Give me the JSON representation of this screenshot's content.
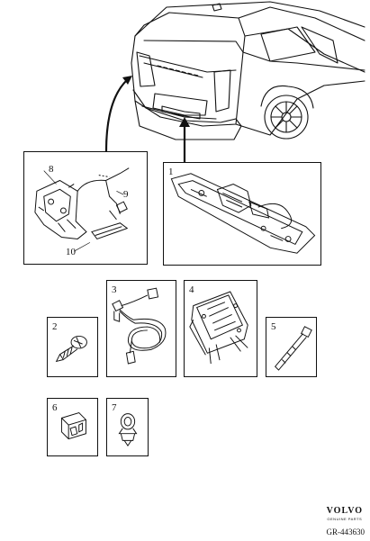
{
  "diagram": {
    "parts": [
      {
        "id": "1",
        "label": "1"
      },
      {
        "id": "2",
        "label": "2"
      },
      {
        "id": "3",
        "label": "3"
      },
      {
        "id": "4",
        "label": "4"
      },
      {
        "id": "5",
        "label": "5"
      },
      {
        "id": "6",
        "label": "6"
      },
      {
        "id": "7",
        "label": "7"
      },
      {
        "id": "8",
        "label": "8"
      },
      {
        "id": "9",
        "label": "9"
      },
      {
        "id": "10",
        "label": "10"
      }
    ],
    "logo": {
      "brand": "VOLVO",
      "tagline": "GENUINE PARTS"
    },
    "diagram_code": "GR-443630"
  }
}
